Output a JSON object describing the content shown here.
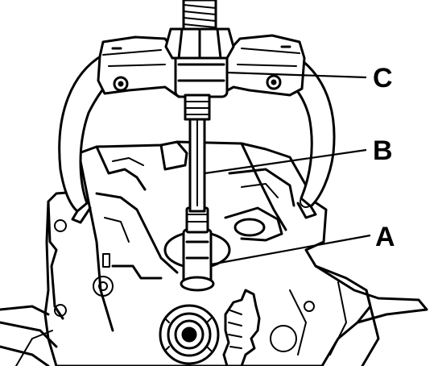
{
  "callouts": [
    {
      "id": "c",
      "label": "C"
    },
    {
      "id": "b",
      "label": "B"
    },
    {
      "id": "a",
      "label": "A"
    }
  ],
  "colors": {
    "ink": "#000000",
    "paper": "#ffffff"
  }
}
